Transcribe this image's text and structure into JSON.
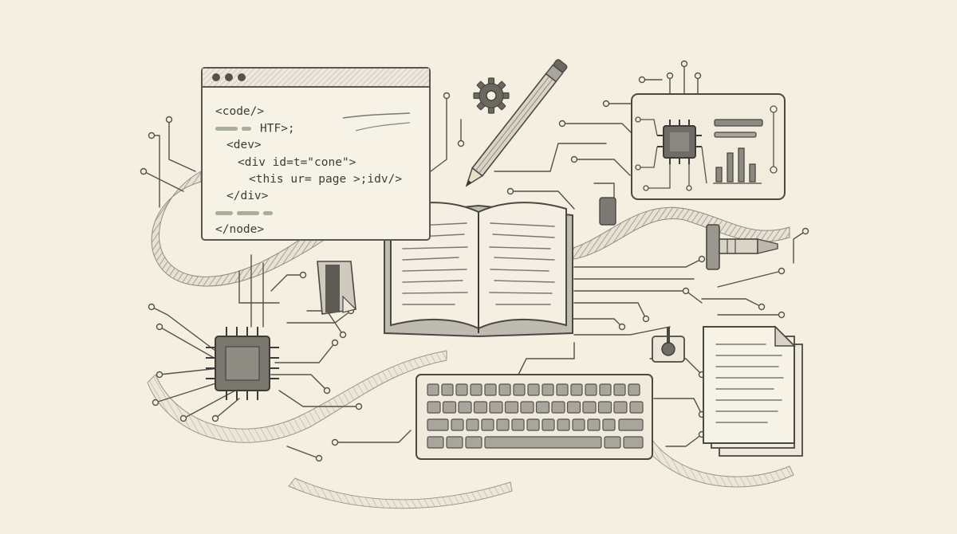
{
  "code_window": {
    "lines": [
      {
        "text": "<code/>",
        "indent": 0
      },
      {
        "text": "HTF>;",
        "indent": 0,
        "dashes": 2
      },
      {
        "text": "<dev>",
        "indent": 1
      },
      {
        "text": "<div id=t=\"cone\">",
        "indent": 2
      },
      {
        "text": "<this ur= page >;idv/>",
        "indent": 3
      },
      {
        "text": "</div>",
        "indent": 1
      },
      {
        "text": "",
        "indent": 0,
        "dashes": 3
      },
      {
        "text": "</node>",
        "indent": 0
      }
    ]
  },
  "colors": {
    "paper": "#f4efe0",
    "ink": "#4a4843",
    "shade": "#8d8a82",
    "accent_green": "#a8ad9c"
  },
  "icons": [
    "code-window-icon",
    "gear-icon",
    "pencil-icon",
    "open-book-icon",
    "keyboard-icon",
    "microchip-icon",
    "circuit-board-icon",
    "bar-chart-icon",
    "usb-connector-icon",
    "document-stack-icon",
    "joystick-icon"
  ]
}
